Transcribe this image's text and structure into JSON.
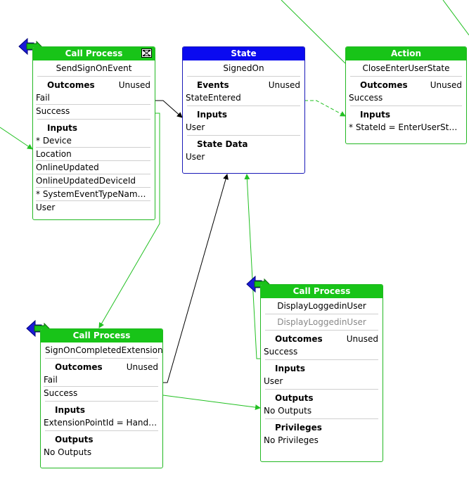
{
  "colors": {
    "green_header": "#18c418",
    "blue_header": "#0a0af0",
    "line_green": "#22c022",
    "line_black": "#000000"
  },
  "nodes": {
    "send_signon": {
      "type": "Call Process",
      "name": "SendSignOnEvent",
      "outcomes_label": "Outcomes",
      "outcomes_status": "Unused",
      "outcomes": [
        "Fail",
        "Success"
      ],
      "inputs_label": "Inputs",
      "inputs": [
        "* Device",
        "Location",
        "OnlineUpdated",
        "OnlineUpdatedDeviceId",
        "* SystemEventTypeName ...",
        "User"
      ]
    },
    "state_signedon": {
      "type": "State",
      "name": "SignedOn",
      "events_label": "Events",
      "events_status": "Unused",
      "events": [
        "StateEntered"
      ],
      "inputs_label": "Inputs",
      "inputs": [
        "User"
      ],
      "state_data_label": "State Data",
      "state_data": [
        "User"
      ]
    },
    "action_close": {
      "type": "Action",
      "name": "CloseEnterUserState",
      "outcomes_label": "Outcomes",
      "outcomes_status": "Unused",
      "outcomes": [
        "Success"
      ],
      "inputs_label": "Inputs",
      "inputs": [
        "* StateId = EnterUserState"
      ]
    },
    "display_loggedin": {
      "type": "Call Process",
      "name": "DisplayLoggedinUser",
      "sub_name": "DisplayLoggedinUser",
      "outcomes_label": "Outcomes",
      "outcomes_status": "Unused",
      "outcomes": [
        "Success"
      ],
      "inputs_label": "Inputs",
      "inputs": [
        "User"
      ],
      "outputs_label": "Outputs",
      "outputs": [
        "No Outputs"
      ],
      "privileges_label": "Privileges",
      "privileges": [
        "No Privileges"
      ]
    },
    "signon_completed": {
      "type": "Call Process",
      "name": "SignOnCompletedExtension",
      "outcomes_label": "Outcomes",
      "outcomes_status": "Unused",
      "outcomes": [
        "Fail",
        "Success"
      ],
      "inputs_label": "Inputs",
      "inputs": [
        "ExtensionPointId = Handle..."
      ],
      "outputs_label": "Outputs",
      "outputs": [
        "No Outputs"
      ]
    }
  }
}
